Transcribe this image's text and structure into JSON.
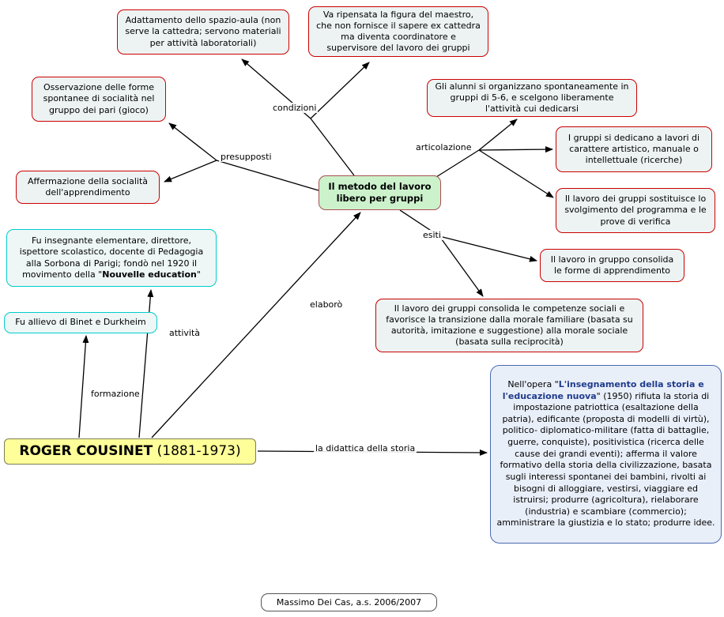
{
  "diagram": {
    "central": {
      "text": "Il metodo del lavoro libero per gruppi"
    },
    "nodes": {
      "adattamento": {
        "text": "Adattamento dello spazio-aula (non serve la cattedra; servono materiali per attività laboratoriali)"
      },
      "maestro": {
        "text": "Va ripensata la figura del maestro, che non fornisce il sapere ex cattedra ma diventa coordinatore e supervisore del lavoro dei gruppi"
      },
      "osservazione": {
        "text": "Osservazione delle forme spontanee di socialità nel gruppo dei pari (gioco)"
      },
      "affermazione": {
        "text": "Affermazione della socialità dell'apprendimento"
      },
      "alunni": {
        "text": "Gli alunni si organizzano spontaneamente in gruppi di 5-6, e scelgono liberamente l'attività cui dedicarsi"
      },
      "gruppi_lavori": {
        "text": "I gruppi si dedicano a lavori di carattere artistico, manuale o intellettuale (ricerche)"
      },
      "programma": {
        "text": "Il lavoro dei gruppi sostituisce lo svolgimento del programma e le prove di verifica"
      },
      "apprendimento": {
        "text": "Il lavoro in gruppo consolida le forme di apprendimento"
      },
      "competenze": {
        "text": "Il lavoro dei gruppi consolida le competenze sociali e favorisce la transizione dalla morale familiare (basata su autorità, imitazione e suggestione) alla morale sociale (basata sulla reciprocità)"
      },
      "insegnante": {
        "segments": [
          {
            "text": "Fu insegnante elementare, direttore, ispettore scolastico, docente di Pedagogia alla Sorbona di Parigi; fondò nel 1920 il movimento della \""
          },
          {
            "text": "Nouvelle education",
            "bold": true
          },
          {
            "text": "\""
          }
        ]
      },
      "allievo": {
        "text": "Fu allievo di Binet e Durkheim"
      },
      "cousinet": {
        "name": "ROGER COUSINET",
        "years": " (1881-1973)"
      },
      "opera": {
        "segments": [
          {
            "text": "Nell'opera \""
          },
          {
            "text": "L'insegnamento della storia e l'educazione nuova",
            "bold": true
          },
          {
            "text": "\" (1950) rifiuta la storia di impostazione patriottica (esaltazione della patria), edificante (proposta di modelli di virtù), politico- diplomatico-militare (fatta di battaglie, guerre, conquiste), positivistica (ricerca delle cause dei grandi eventi); afferma il valore formativo della storia della civilizzazione, basata sugli interessi spontanei dei bambini, rivolti ai bisogni di alloggiare, vestirsi, viaggiare ed istruirsi; produrre (agricoltura), rielaborare (industria) e scambiare (commercio); amministrare la giustizia e lo stato; produrre idee."
          }
        ]
      }
    },
    "edge_labels": {
      "condizioni": "condizioni",
      "presupposti": "presupposti",
      "articolazione": "articolazione",
      "esiti": "esiti",
      "elaboro": "elaborò",
      "attivita": "attività",
      "formazione": "formazione",
      "didattica": "la didattica della storia"
    },
    "footer": "Massimo Dei Cas, a.s. 2006/2007",
    "colors": {
      "red_border": "#cc0000",
      "cyan_border": "#00cccc",
      "green_fill": "#ccf2cc",
      "yellow_fill": "#ffff99",
      "blue_border": "#4a6ab0",
      "navy_text": "#1f3b8c"
    }
  }
}
